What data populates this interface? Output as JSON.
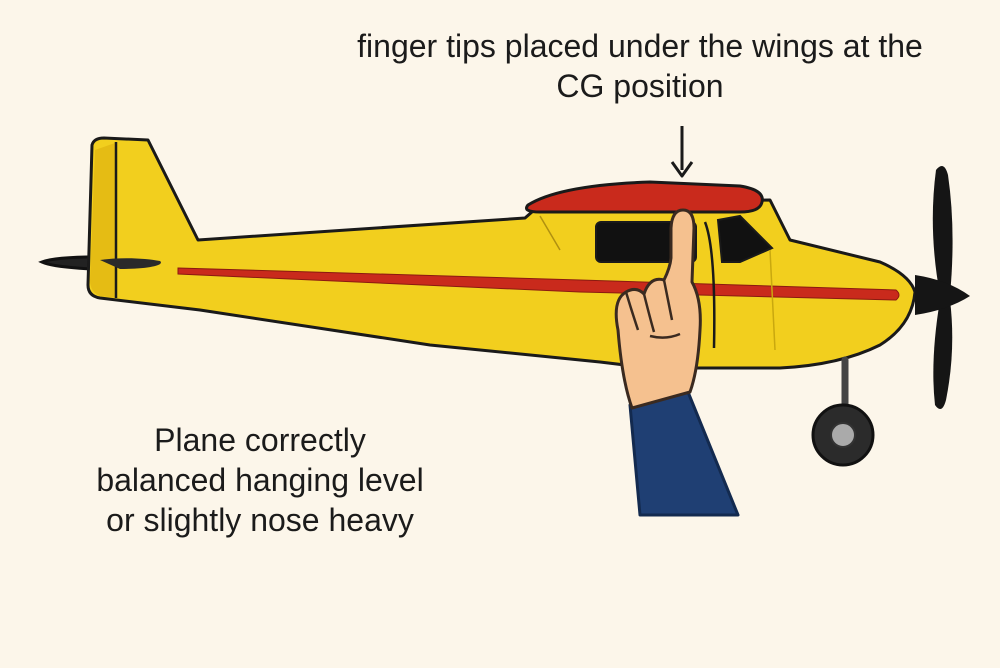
{
  "annotations": {
    "top_caption": {
      "line1": "finger tips placed under the wings at the",
      "line2": "CG position"
    },
    "bottom_caption": {
      "line1": "Plane correctly",
      "line2": "balanced hanging level",
      "line3": "or slightly nose heavy"
    }
  },
  "colors": {
    "background": "#fcf6ea",
    "fuselage": "#f2cf1e",
    "stripe": "#c92a1c",
    "wing": "#c92a1c",
    "window": "#111111",
    "skin": "#f5c18f",
    "sleeve": "#1f3f73",
    "propeller": "#151515",
    "wheel": "#2b2b2b"
  }
}
